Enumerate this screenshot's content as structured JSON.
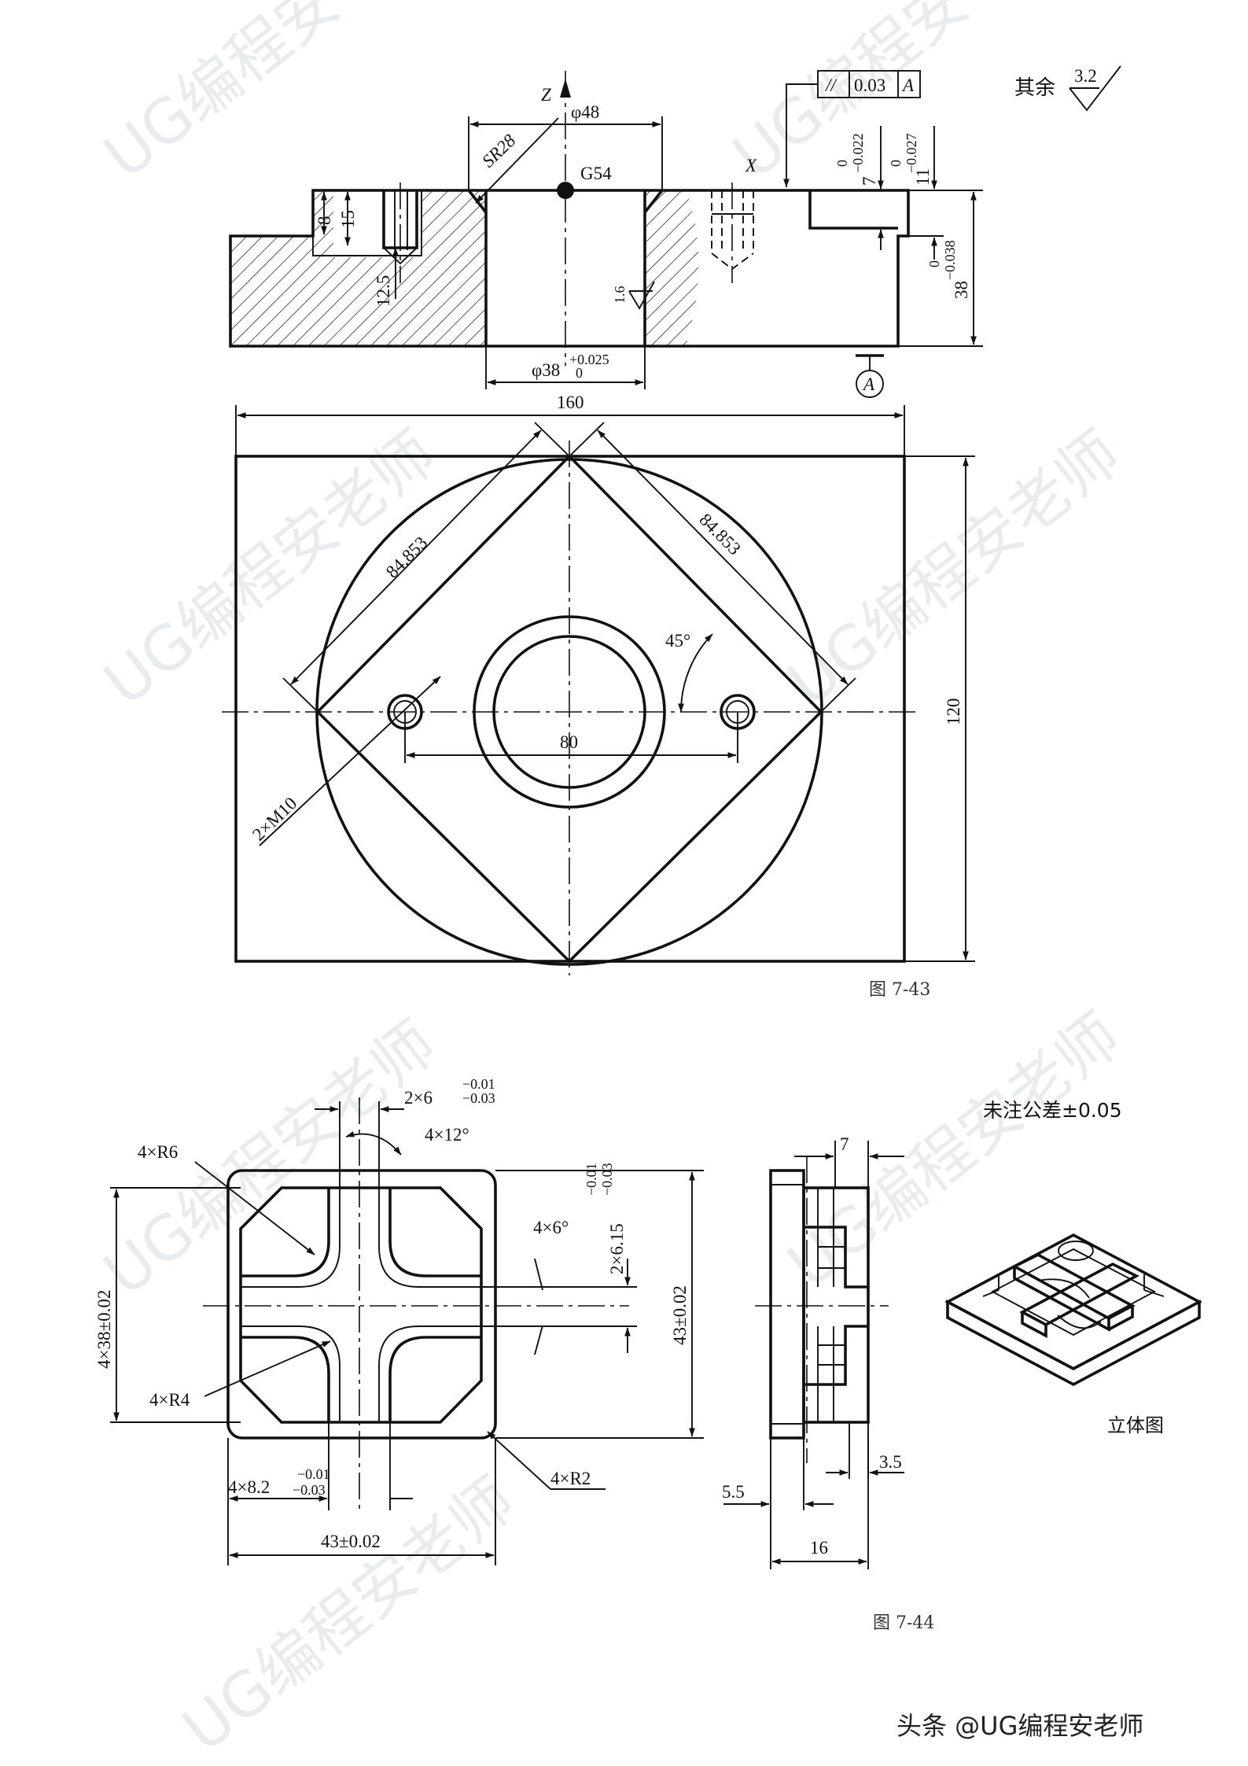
{
  "watermark": "UG编程安老师",
  "credit": "头条 @UG编程安老师",
  "figure_43": {
    "caption": "图 7-43",
    "roughness_note": {
      "label": "其余",
      "value": "3.2"
    },
    "section_view": {
      "axis_z": "Z",
      "axis_x": "X",
      "work_offset": "G54",
      "dim_bore_top": "φ48",
      "dim_sphere": "SR28",
      "dim_bore_bottom": "φ38",
      "dim_bore_bottom_tol_upper": "+0.025",
      "dim_bore_bottom_tol_lower": "0",
      "dim_step_a": "8",
      "dim_step_b": "15",
      "dim_thread_depth": "12.5",
      "roughness_bore": "1.6",
      "dim_depth_7": "7",
      "dim_depth_7_tol_upper": "0",
      "dim_depth_7_tol_lower": "−0.022",
      "dim_depth_11": "11",
      "dim_depth_11_tol_upper": "0",
      "dim_depth_11_tol_lower": "−0.027",
      "dim_height": "38",
      "dim_height_tol_upper": "0",
      "dim_height_tol_lower": "−0.038",
      "parallelism_symbol": "//",
      "parallelism_value": "0.03",
      "parallelism_datum": "A",
      "datum_label": "A"
    },
    "plan_view": {
      "dim_width": "160",
      "dim_height": "120",
      "dim_diag_left": "84.853",
      "dim_diag_right": "84.853",
      "dim_angle": "45°",
      "dim_hole_spacing": "80",
      "thread_callout": "2×M10"
    }
  },
  "figure_44": {
    "caption": "图 7-44",
    "general_tolerance": "未注公差±0.05",
    "iso_label": "立体图",
    "front_view": {
      "corner_radius_r6": "4×R6",
      "corner_radius_r4": "4×R4",
      "corner_radius_r2": "4×R2",
      "slot_width": "2×6",
      "slot_width_tol_upper": "−0.01",
      "slot_width_tol_lower": "−0.03",
      "angle_12": "4×12°",
      "angle_6": "4×6°",
      "dim_6_15": "2×6.15",
      "dim_6_15_tol_upper": "−0.01",
      "dim_6_15_tol_lower": "−0.03",
      "dim_43_v": "43±0.02",
      "dim_38_v": "4×38±0.02",
      "dim_8_2": "4×8.2",
      "dim_8_2_tol_upper": "−0.01",
      "dim_8_2_tol_lower": "−0.03",
      "dim_43_h": "43±0.02"
    },
    "side_view": {
      "dim_7": "7",
      "dim_3_5": "3.5",
      "dim_5_5": "5.5",
      "dim_16": "16"
    }
  }
}
